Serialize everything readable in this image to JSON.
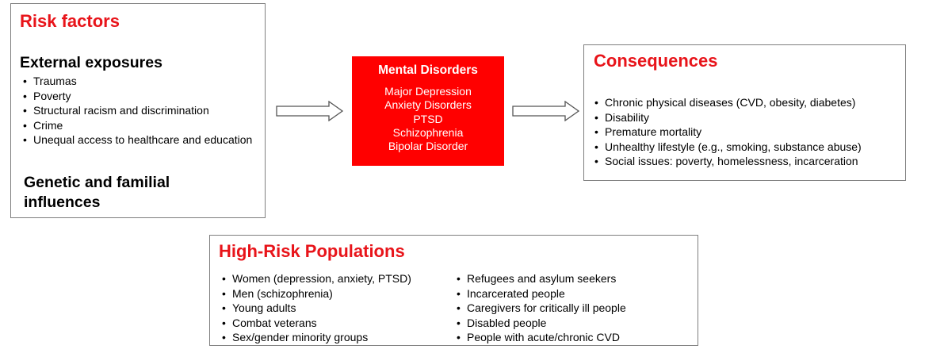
{
  "risk_factors": {
    "title": "Risk factors",
    "external_heading": "External exposures",
    "external_items": [
      "Traumas",
      "Poverty",
      "Structural racism and discrimination",
      "Crime",
      "Unequal access to healthcare and education"
    ],
    "genetic_heading": "Genetic and familial influences"
  },
  "mental_disorders": {
    "title": "Mental Disorders",
    "items": [
      "Major Depression",
      "Anxiety Disorders",
      "PTSD",
      "Schizophrenia",
      "Bipolar Disorder"
    ]
  },
  "consequences": {
    "title": "Consequences",
    "items": [
      "Chronic physical diseases (CVD, obesity, diabetes)",
      "Disability",
      "Premature mortality",
      "Unhealthy lifestyle (e.g., smoking, substance abuse)",
      "Social issues: poverty, homelessness, incarceration"
    ]
  },
  "high_risk": {
    "title": "High-Risk Populations",
    "column1": [
      "Women (depression, anxiety, PTSD)",
      "Men (schizophrenia)",
      "Young adults",
      "Combat veterans",
      "Sex/gender minority groups"
    ],
    "column2": [
      "Refugees and asylum seekers",
      "Incarcerated people",
      "Caregivers for critically ill people",
      "Disabled people",
      "People with acute/chronic CVD"
    ]
  },
  "colors": {
    "accent_red": "#e8141a",
    "box_red": "#ff0000",
    "border_gray": "#7f7f7f"
  },
  "icons": {
    "arrow": "right-arrow-outline-icon"
  }
}
